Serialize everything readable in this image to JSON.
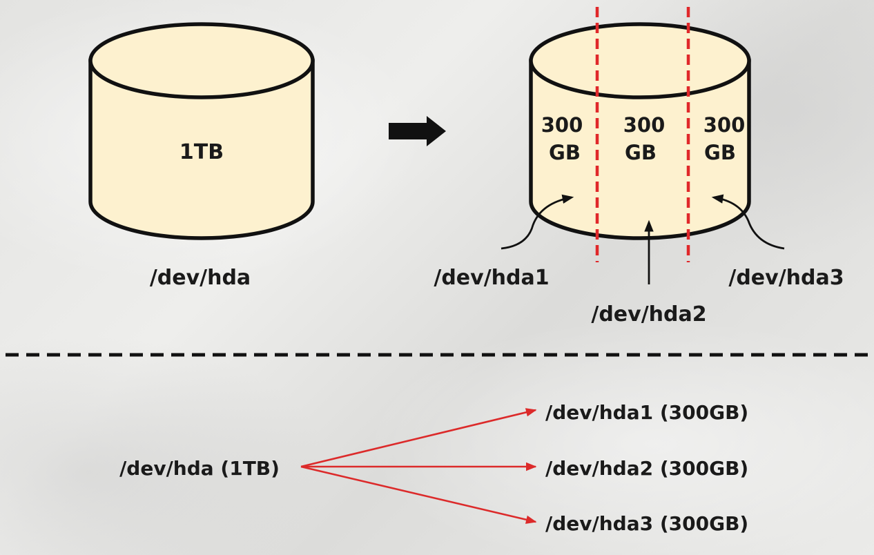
{
  "left_disk": {
    "capacity_label": "1TB",
    "device_label": "/dev/hda"
  },
  "right_disk": {
    "partitions": [
      {
        "size_line1": "300",
        "size_line2": "GB",
        "device_label": "/dev/hda1"
      },
      {
        "size_line1": "300",
        "size_line2": "GB",
        "device_label": "/dev/hda2"
      },
      {
        "size_line1": "300",
        "size_line2": "GB",
        "device_label": "/dev/hda3"
      }
    ]
  },
  "summary": {
    "source_label": "/dev/hda (1TB)",
    "targets": [
      "/dev/hda1 (300GB)",
      "/dev/hda2 (300GB)",
      "/dev/hda3 (300GB)"
    ]
  },
  "colors": {
    "cylinder_fill": "#fdf1cf",
    "outline": "#111111",
    "partition_divider": "#e0282a",
    "mapping_arrow": "#dc2a2a"
  },
  "icons": {
    "transform_arrow": "right-arrow-icon"
  }
}
